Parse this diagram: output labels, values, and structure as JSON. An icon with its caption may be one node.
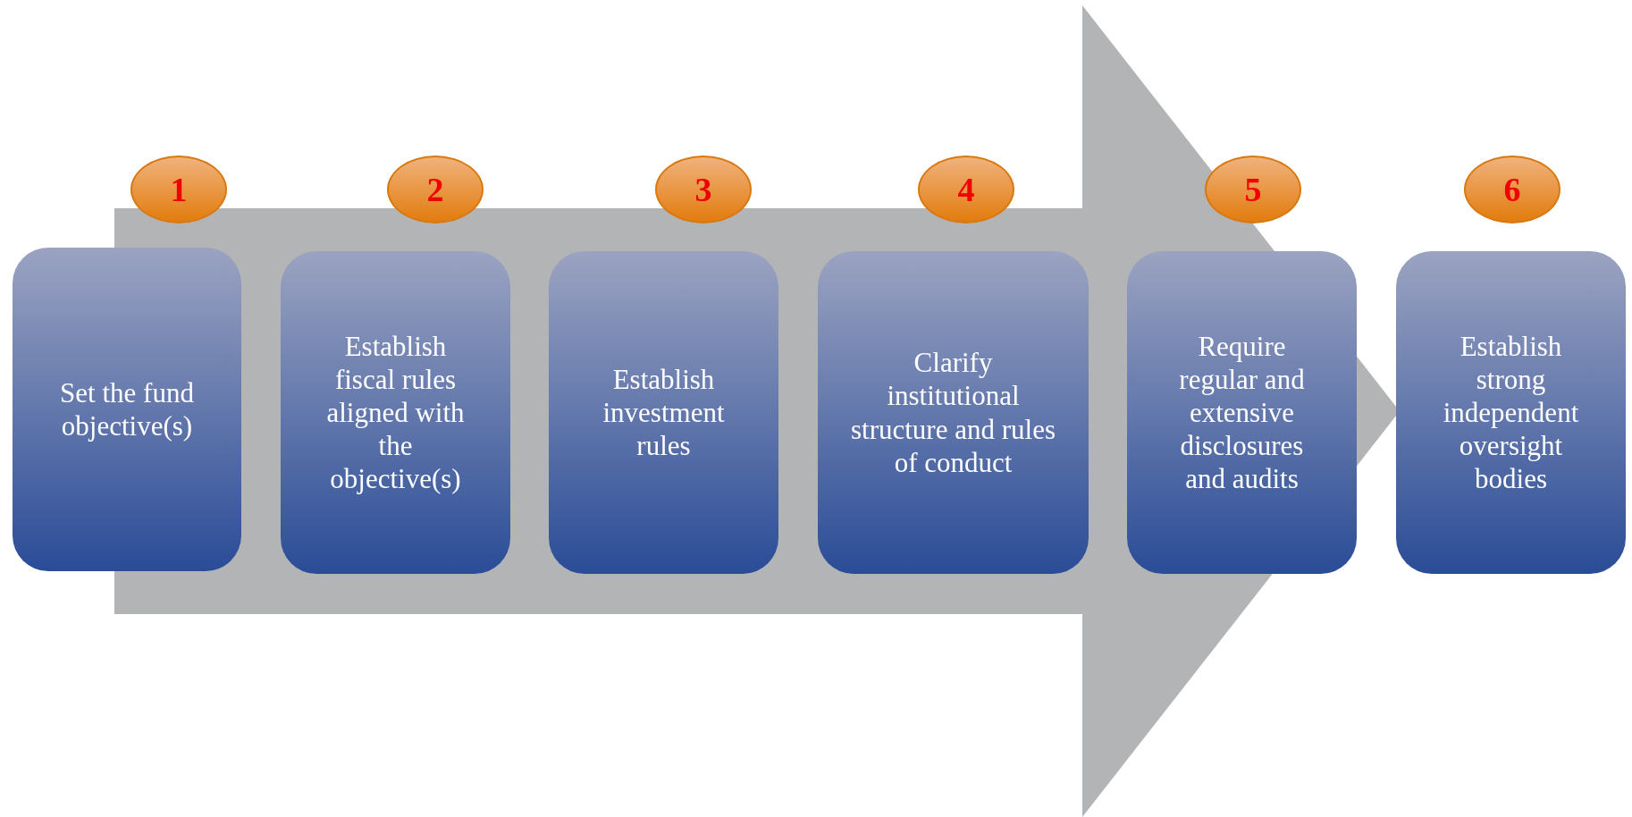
{
  "diagram": {
    "nodes": [
      {
        "text": [
          "1"
        ]
      },
      {
        "text": [
          "Set the fund objective(s)"
        ]
      },
      {
        "text": [
          "2"
        ]
      },
      {
        "text": [
          "Establish fiscal rules aligned with the objective(s)"
        ]
      },
      {
        "text": [
          "3"
        ]
      },
      {
        "text": [
          "Establish investment rules"
        ]
      },
      {
        "text": [
          "4"
        ]
      },
      {
        "text": [
          "Clarify institutional structure and rules of conduct"
        ]
      },
      {
        "text": [
          "5"
        ]
      },
      {
        "text": [
          "Require regular and extensive disclosures and audits"
        ]
      },
      {
        "text": [
          "6"
        ]
      },
      {
        "text": [
          "Establish strong independent oversight bodies"
        ]
      }
    ],
    "edges": [
      {
        "from": 1,
        "to": 11,
        "arrow": "to"
      }
    ]
  }
}
